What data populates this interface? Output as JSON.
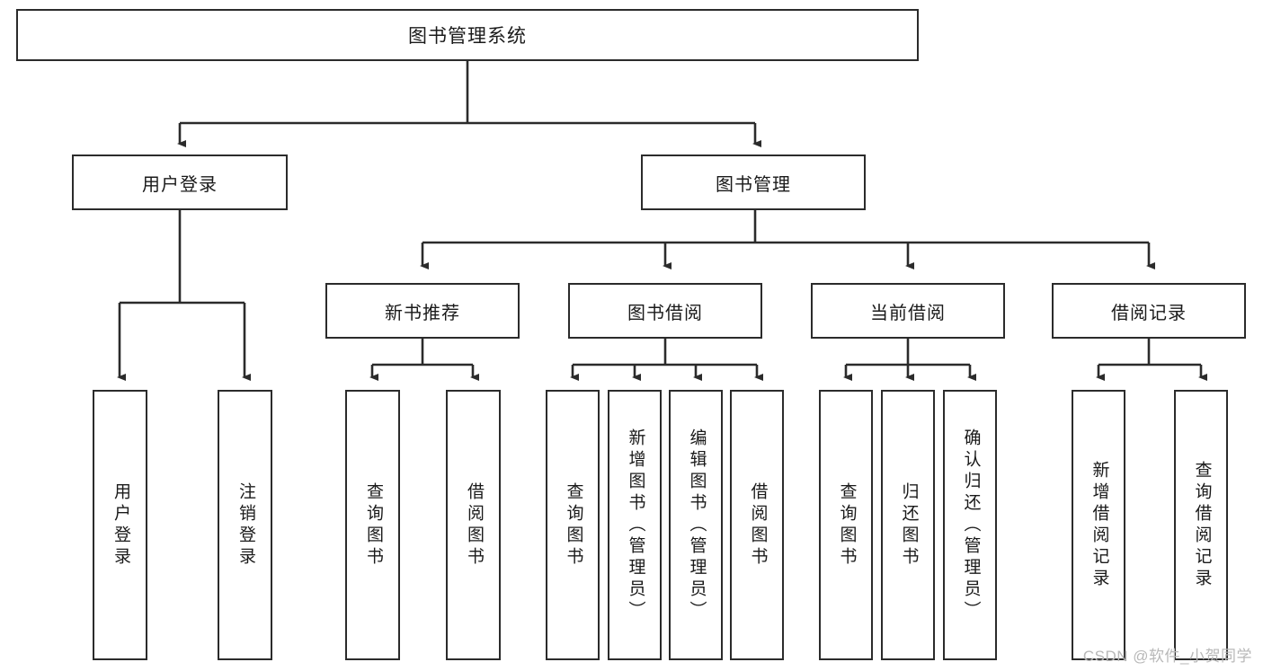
{
  "diagram": {
    "type": "tree-hierarchy",
    "title": "图书管理系统",
    "orientation": "top-down",
    "colors": {
      "box_border": "#2b2b2b",
      "box_fill": "#ffffff",
      "edge": "#2b2b2b",
      "text": "#1a1a1a",
      "watermark": "#b8b8b8"
    },
    "root": {
      "label": "图书管理系统"
    },
    "level1": [
      {
        "id": "user-login",
        "label": "用户登录"
      },
      {
        "id": "book-management",
        "label": "图书管理"
      }
    ],
    "level2": [
      {
        "id": "new-book-recommend",
        "label": "新书推荐",
        "parent": "book-management"
      },
      {
        "id": "book-borrow",
        "label": "图书借阅",
        "parent": "book-management"
      },
      {
        "id": "current-borrow",
        "label": "当前借阅",
        "parent": "book-management"
      },
      {
        "id": "borrow-record",
        "label": "借阅记录",
        "parent": "book-management"
      }
    ],
    "leaves": [
      {
        "id": "leaf-user-login",
        "label": "用户登录",
        "parent": "user-login"
      },
      {
        "id": "leaf-logout",
        "label": "注销登录",
        "parent": "user-login"
      },
      {
        "id": "leaf-query-book-1",
        "label": "查询图书",
        "parent": "new-book-recommend"
      },
      {
        "id": "leaf-borrow-book-1",
        "label": "借阅图书",
        "parent": "new-book-recommend"
      },
      {
        "id": "leaf-query-book-2",
        "label": "查询图书",
        "parent": "book-borrow"
      },
      {
        "id": "leaf-add-book",
        "label": "新增图书（管理员）",
        "parent": "book-borrow"
      },
      {
        "id": "leaf-edit-book",
        "label": "编辑图书（管理员）",
        "parent": "book-borrow"
      },
      {
        "id": "leaf-borrow-book-2",
        "label": "借阅图书",
        "parent": "book-borrow"
      },
      {
        "id": "leaf-query-book-3",
        "label": "查询图书",
        "parent": "current-borrow"
      },
      {
        "id": "leaf-return-book",
        "label": "归还图书",
        "parent": "current-borrow"
      },
      {
        "id": "leaf-confirm-return",
        "label": "确认归还（管理员）",
        "parent": "current-borrow"
      },
      {
        "id": "leaf-add-record",
        "label": "新增借阅记录",
        "parent": "borrow-record"
      },
      {
        "id": "leaf-query-record",
        "label": "查询借阅记录",
        "parent": "borrow-record"
      }
    ]
  },
  "watermark": {
    "text": "CSDN @软件_小贺同学"
  }
}
